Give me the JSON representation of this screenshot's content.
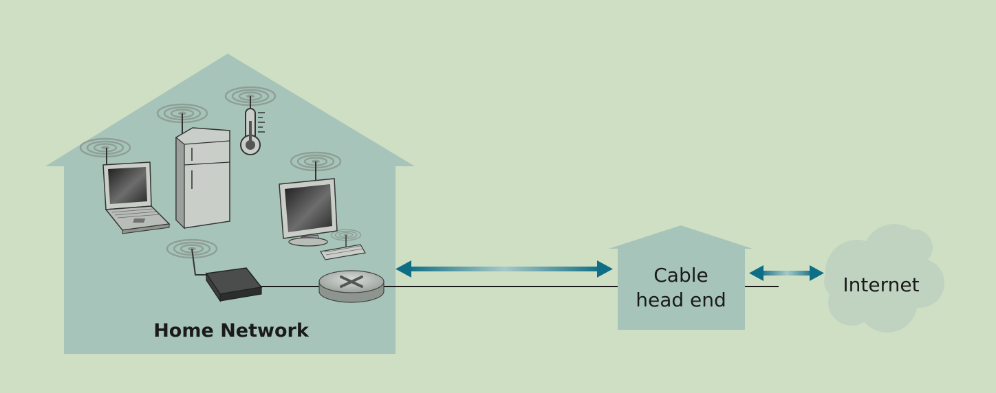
{
  "home": {
    "label": "Home Network"
  },
  "headend": {
    "line1": "Cable",
    "line2": "head end"
  },
  "cloud": {
    "label": "Internet"
  },
  "colors": {
    "background": "#cfdfc4",
    "house": "#a6c4b9",
    "arrow": "#0e6e86",
    "arrow_fade": "#a6c8c8",
    "wire": "#1a1a1a",
    "cloud": "#bfd3c0",
    "device_gray": "#c9cec9",
    "screen": "#2b2b2b"
  },
  "icons": [
    "laptop-icon",
    "refrigerator-icon",
    "thermometer-icon",
    "monitor-icon",
    "keyboard-icon",
    "modem-icon",
    "router-icon",
    "wireless-signal-icon",
    "cloud-icon"
  ]
}
